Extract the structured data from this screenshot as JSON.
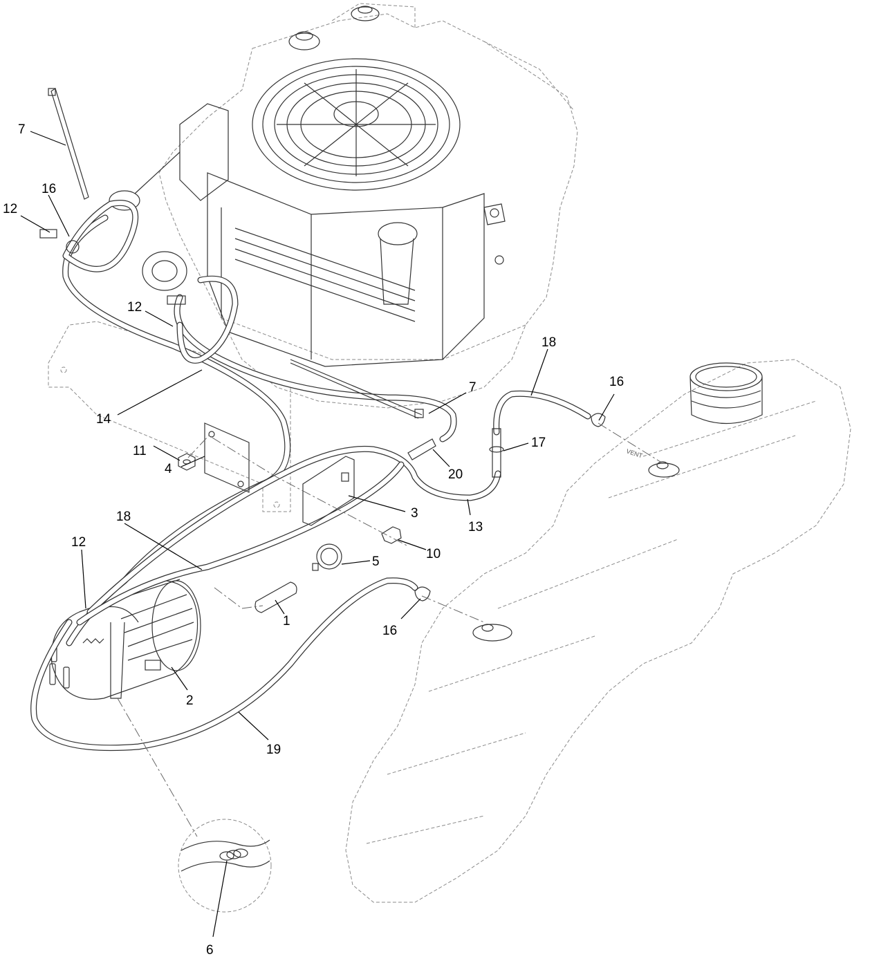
{
  "callouts": [
    {
      "id": "c1",
      "label": "1"
    },
    {
      "id": "c2",
      "label": "2"
    },
    {
      "id": "c3",
      "label": "3"
    },
    {
      "id": "c4",
      "label": "4"
    },
    {
      "id": "c5",
      "label": "5"
    },
    {
      "id": "c6",
      "label": "6"
    },
    {
      "id": "c7a",
      "label": "7"
    },
    {
      "id": "c7b",
      "label": "7"
    },
    {
      "id": "c10",
      "label": "10"
    },
    {
      "id": "c11",
      "label": "11"
    },
    {
      "id": "c12a",
      "label": "12"
    },
    {
      "id": "c12b",
      "label": "12"
    },
    {
      "id": "c12c",
      "label": "12"
    },
    {
      "id": "c13",
      "label": "13"
    },
    {
      "id": "c14",
      "label": "14"
    },
    {
      "id": "c16a",
      "label": "16"
    },
    {
      "id": "c16b",
      "label": "16"
    },
    {
      "id": "c16c",
      "label": "16"
    },
    {
      "id": "c17",
      "label": "17"
    },
    {
      "id": "c18a",
      "label": "18"
    },
    {
      "id": "c18b",
      "label": "18"
    },
    {
      "id": "c19",
      "label": "19"
    },
    {
      "id": "c20",
      "label": "20"
    }
  ],
  "tank_marking": "VENT",
  "colors": {
    "line": "#333333",
    "ghost": "#8a8a8a",
    "background": "#ffffff"
  }
}
